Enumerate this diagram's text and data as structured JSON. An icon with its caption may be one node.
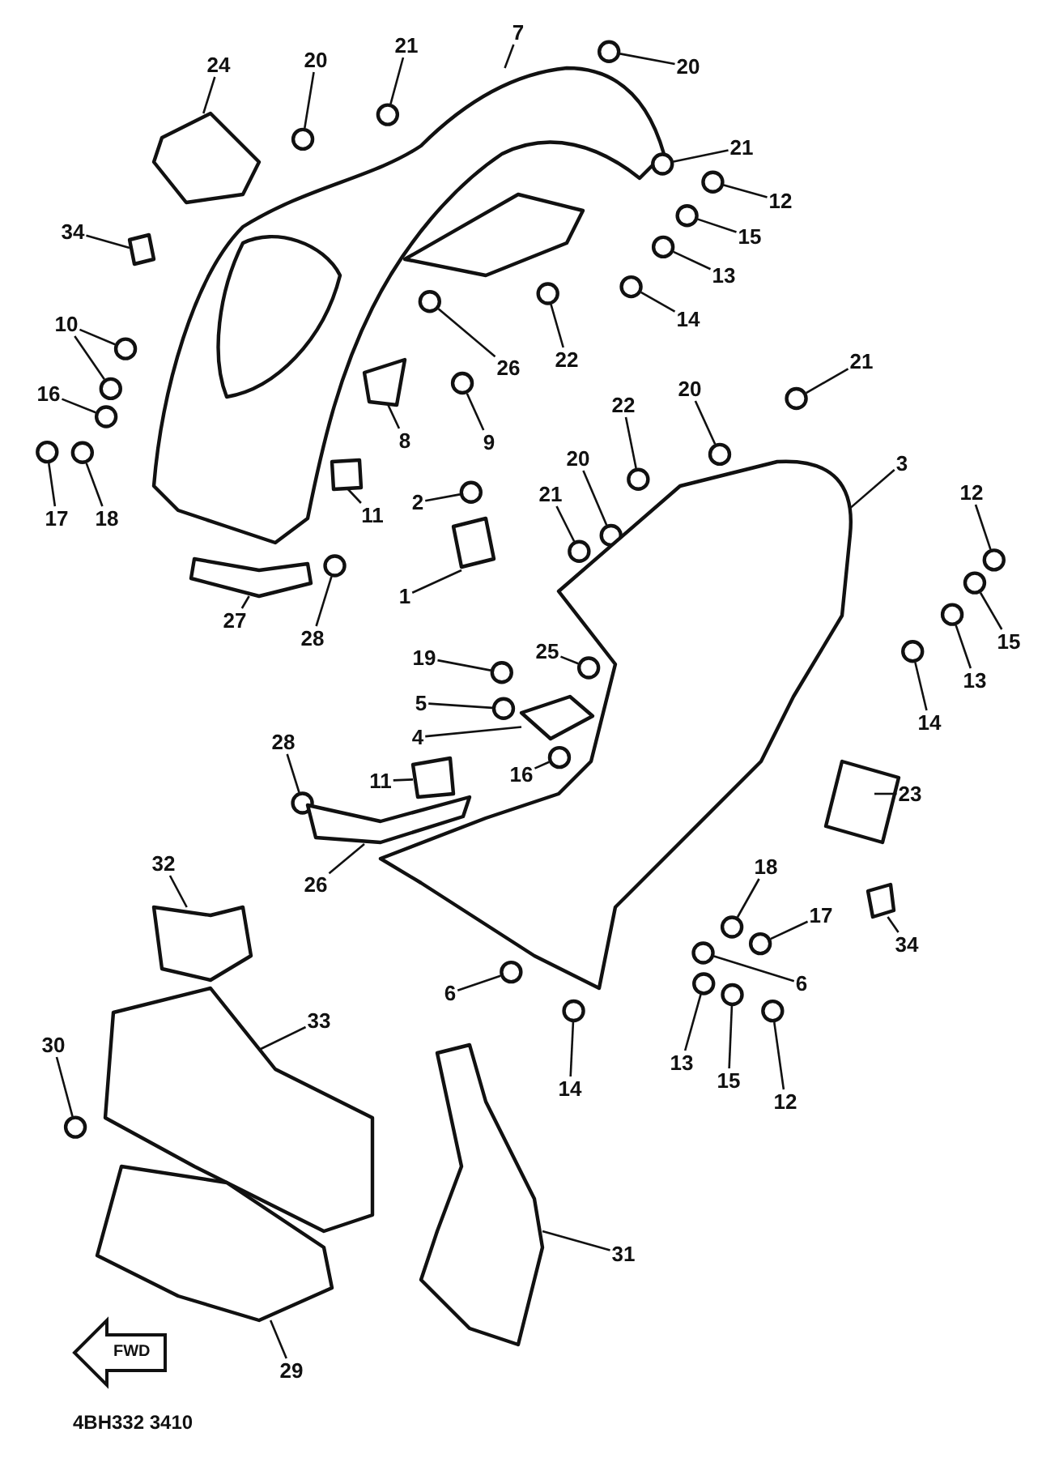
{
  "diagram": {
    "nodes": [
      {
        "text": [
          "24"
        ]
      },
      {
        "text": [
          "20"
        ]
      },
      {
        "text": [
          "21"
        ]
      },
      {
        "text": [
          "7"
        ]
      },
      {
        "text": [
          "20"
        ]
      },
      {
        "text": [
          "21"
        ]
      },
      {
        "text": [
          "12"
        ]
      },
      {
        "text": [
          "15"
        ]
      },
      {
        "text": [
          "13"
        ]
      },
      {
        "text": [
          "14"
        ]
      },
      {
        "text": [
          "26"
        ]
      },
      {
        "text": [
          "22"
        ]
      },
      {
        "text": [
          "34"
        ]
      },
      {
        "text": [
          "10"
        ]
      },
      {
        "text": [
          "16"
        ]
      },
      {
        "text": [
          "17"
        ]
      },
      {
        "text": [
          "18"
        ]
      },
      {
        "text": [
          "8"
        ]
      },
      {
        "text": [
          "9"
        ]
      },
      {
        "text": [
          "21"
        ]
      },
      {
        "text": [
          "22"
        ]
      },
      {
        "text": [
          "20"
        ]
      },
      {
        "text": [
          "20"
        ]
      },
      {
        "text": [
          "3"
        ]
      },
      {
        "text": [
          "11"
        ]
      },
      {
        "text": [
          "2"
        ]
      },
      {
        "text": [
          "21"
        ]
      },
      {
        "text": [
          "1"
        ]
      },
      {
        "text": [
          "27"
        ]
      },
      {
        "text": [
          "28"
        ]
      },
      {
        "text": [
          "12"
        ]
      },
      {
        "text": [
          "15"
        ]
      },
      {
        "text": [
          "13"
        ]
      },
      {
        "text": [
          "14"
        ]
      },
      {
        "text": [
          "19"
        ]
      },
      {
        "text": [
          "25"
        ]
      },
      {
        "text": [
          "5"
        ]
      },
      {
        "text": [
          "4"
        ]
      },
      {
        "text": [
          "11"
        ]
      },
      {
        "text": [
          "16"
        ]
      },
      {
        "text": [
          "28"
        ]
      },
      {
        "text": [
          "23"
        ]
      },
      {
        "text": [
          "26"
        ]
      },
      {
        "text": [
          "32"
        ]
      },
      {
        "text": [
          "18"
        ]
      },
      {
        "text": [
          "17"
        ]
      },
      {
        "text": [
          "34"
        ]
      },
      {
        "text": [
          "6"
        ]
      },
      {
        "text": [
          "6"
        ]
      },
      {
        "text": [
          "33"
        ]
      },
      {
        "text": [
          "30"
        ]
      },
      {
        "text": [
          "14"
        ]
      },
      {
        "text": [
          "13"
        ]
      },
      {
        "text": [
          "15"
        ]
      },
      {
        "text": [
          "12"
        ]
      },
      {
        "text": [
          "31"
        ]
      },
      {
        "text": [
          "29"
        ]
      },
      {
        "text": [],
        "shape": "picture"
      },
      {
        "text": [],
        "shape": "circle"
      },
      {
        "text": [],
        "shape": "circle"
      },
      {
        "text": [],
        "shape": "picture"
      },
      {
        "text": [],
        "shape": "circle"
      },
      {
        "text": [],
        "shape": "circle"
      },
      {
        "text": [],
        "shape": "circle"
      },
      {
        "text": [],
        "shape": "circle"
      },
      {
        "text": [],
        "shape": "circle"
      },
      {
        "text": [],
        "shape": "circle"
      },
      {
        "text": [],
        "shape": "circle"
      },
      {
        "text": [],
        "shape": "circle"
      },
      {
        "text": [],
        "shape": "box"
      },
      {
        "text": [],
        "shape": "circle"
      },
      {
        "text": [],
        "shape": "circle"
      },
      {
        "text": [],
        "shape": "circle"
      },
      {
        "text": [],
        "shape": "circle"
      },
      {
        "text": [],
        "shape": "circle"
      },
      {
        "text": [],
        "shape": "picture"
      },
      {
        "text": [],
        "shape": "circle"
      },
      {
        "text": [],
        "shape": "circle"
      },
      {
        "text": [],
        "shape": "circle"
      },
      {
        "text": [],
        "shape": "circle"
      },
      {
        "text": [],
        "shape": "circle"
      },
      {
        "text": [],
        "shape": "picture"
      },
      {
        "text": [],
        "shape": "box"
      },
      {
        "text": [],
        "shape": "circle"
      },
      {
        "text": [],
        "shape": "circle"
      },
      {
        "text": [],
        "shape": "picture"
      },
      {
        "text": [],
        "shape": "picture"
      },
      {
        "text": [],
        "shape": "circle"
      },
      {
        "text": [],
        "shape": "circle"
      },
      {
        "text": [],
        "shape": "circle"
      },
      {
        "text": [],
        "shape": "circle"
      },
      {
        "text": [],
        "shape": "circle"
      },
      {
        "text": [],
        "shape": "circle"
      },
      {
        "text": [],
        "shape": "circle"
      },
      {
        "text": [],
        "shape": "circle"
      },
      {
        "text": [],
        "shape": "picture"
      },
      {
        "text": [],
        "shape": "box"
      },
      {
        "text": [],
        "shape": "circle"
      },
      {
        "text": [],
        "shape": "circle"
      },
      {
        "text": [],
        "shape": "picture"
      },
      {
        "text": [],
        "shape": "picture"
      },
      {
        "text": [],
        "shape": "picture"
      },
      {
        "text": [],
        "shape": "circle"
      },
      {
        "text": [],
        "shape": "circle"
      },
      {
        "text": [],
        "shape": "box"
      },
      {
        "text": [],
        "shape": "circle"
      },
      {
        "text": [],
        "shape": "circle"
      },
      {
        "text": [],
        "shape": "picture"
      },
      {
        "text": [],
        "shape": "circle"
      },
      {
        "text": [],
        "shape": "circle"
      },
      {
        "text": [],
        "shape": "circle"
      },
      {
        "text": [],
        "shape": "circle"
      },
      {
        "text": [],
        "shape": "circle"
      },
      {
        "text": [],
        "shape": "picture"
      },
      {
        "text": [],
        "shape": "picture"
      }
    ],
    "edges": [
      {
        "from": 0,
        "to": 57,
        "arrow": "none"
      },
      {
        "from": 1,
        "to": 58,
        "arrow": "none"
      },
      {
        "from": 2,
        "to": 59,
        "arrow": "none"
      },
      {
        "from": 3,
        "to": 60,
        "arrow": "none"
      },
      {
        "from": 4,
        "to": 61,
        "arrow": "none"
      },
      {
        "from": 5,
        "to": 62,
        "arrow": "none"
      },
      {
        "from": 6,
        "to": 63,
        "arrow": "none"
      },
      {
        "from": 7,
        "to": 64,
        "arrow": "none"
      },
      {
        "from": 8,
        "to": 65,
        "arrow": "none"
      },
      {
        "from": 9,
        "to": 66,
        "arrow": "none"
      },
      {
        "from": 10,
        "to": 67,
        "arrow": "none"
      },
      {
        "from": 11,
        "to": 68,
        "arrow": "none"
      },
      {
        "from": 12,
        "to": 69,
        "arrow": "none"
      },
      {
        "from": 13,
        "to": 70,
        "arrow": "none"
      },
      {
        "from": 13,
        "to": 71,
        "arrow": "none"
      },
      {
        "from": 14,
        "to": 72,
        "arrow": "none"
      },
      {
        "from": 15,
        "to": 73,
        "arrow": "none"
      },
      {
        "from": 16,
        "to": 74,
        "arrow": "none"
      },
      {
        "from": 17,
        "to": 75,
        "arrow": "none"
      },
      {
        "from": 18,
        "to": 76,
        "arrow": "none"
      },
      {
        "from": 19,
        "to": 77,
        "arrow": "none"
      },
      {
        "from": 20,
        "to": 78,
        "arrow": "none"
      },
      {
        "from": 21,
        "to": 79,
        "arrow": "none"
      },
      {
        "from": 22,
        "to": 80,
        "arrow": "none"
      },
      {
        "from": 23,
        "to": 81,
        "arrow": "none"
      },
      {
        "from": 24,
        "to": 82,
        "arrow": "none"
      },
      {
        "from": 25,
        "to": 83,
        "arrow": "none"
      },
      {
        "from": 26,
        "to": 84,
        "arrow": "none"
      },
      {
        "from": 27,
        "to": 85,
        "arrow": "none"
      },
      {
        "from": 28,
        "to": 86,
        "arrow": "none"
      },
      {
        "from": 29,
        "to": 87,
        "arrow": "none"
      },
      {
        "from": 30,
        "to": 88,
        "arrow": "none"
      },
      {
        "from": 31,
        "to": 89,
        "arrow": "none"
      },
      {
        "from": 32,
        "to": 90,
        "arrow": "none"
      },
      {
        "from": 33,
        "to": 91,
        "arrow": "none"
      },
      {
        "from": 34,
        "to": 92,
        "arrow": "none"
      },
      {
        "from": 35,
        "to": 93,
        "arrow": "none"
      },
      {
        "from": 36,
        "to": 94,
        "arrow": "none"
      },
      {
        "from": 37,
        "to": 95,
        "arrow": "none"
      },
      {
        "from": 38,
        "to": 96,
        "arrow": "none"
      },
      {
        "from": 39,
        "to": 97,
        "arrow": "none"
      },
      {
        "from": 40,
        "to": 98,
        "arrow": "none"
      },
      {
        "from": 41,
        "to": 99,
        "arrow": "none"
      },
      {
        "from": 42,
        "to": 100,
        "arrow": "none"
      },
      {
        "from": 43,
        "to": 101,
        "arrow": "none"
      },
      {
        "from": 44,
        "to": 102,
        "arrow": "none"
      },
      {
        "from": 45,
        "to": 103,
        "arrow": "none"
      },
      {
        "from": 46,
        "to": 104,
        "arrow": "none"
      },
      {
        "from": 47,
        "to": 105,
        "arrow": "none"
      },
      {
        "from": 48,
        "to": 106,
        "arrow": "none"
      },
      {
        "from": 49,
        "to": 107,
        "arrow": "none"
      },
      {
        "from": 50,
        "to": 108,
        "arrow": "none"
      },
      {
        "from": 51,
        "to": 109,
        "arrow": "none"
      },
      {
        "from": 52,
        "to": 110,
        "arrow": "none"
      },
      {
        "from": 53,
        "to": 111,
        "arrow": "none"
      },
      {
        "from": 54,
        "to": 112,
        "arrow": "none"
      },
      {
        "from": 55,
        "to": 113,
        "arrow": "none"
      },
      {
        "from": 56,
        "to": 114,
        "arrow": "none"
      }
    ],
    "labels": [
      "FWD",
      "4BH332 3410"
    ]
  }
}
